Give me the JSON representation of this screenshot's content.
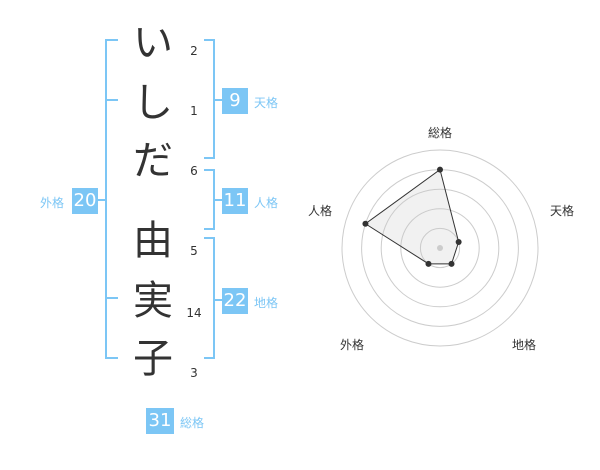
{
  "name": {
    "characters": [
      {
        "char": "い",
        "strokes": "2"
      },
      {
        "char": "し",
        "strokes": "1"
      },
      {
        "char": "だ",
        "strokes": "6"
      },
      {
        "char": "由",
        "strokes": "5"
      },
      {
        "char": "実",
        "strokes": "14"
      },
      {
        "char": "子",
        "strokes": "3"
      }
    ]
  },
  "fortune": {
    "tenkaku": {
      "label": "天格",
      "value": "9"
    },
    "jinkaku": {
      "label": "人格",
      "value": "11"
    },
    "chikaku": {
      "label": "地格",
      "value": "22"
    },
    "gaikaku": {
      "label": "外格",
      "value": "20"
    },
    "soukaku": {
      "label": "総格",
      "value": "31"
    }
  },
  "colors": {
    "accent": "#7cc6f5",
    "text": "#333333",
    "grid": "#cccccc"
  },
  "chart_data": {
    "type": "radar",
    "axes": [
      "総格",
      "天格",
      "地格",
      "外格",
      "人格"
    ],
    "values": [
      4,
      1,
      1,
      1,
      4
    ],
    "max": 5,
    "rings": 5
  }
}
